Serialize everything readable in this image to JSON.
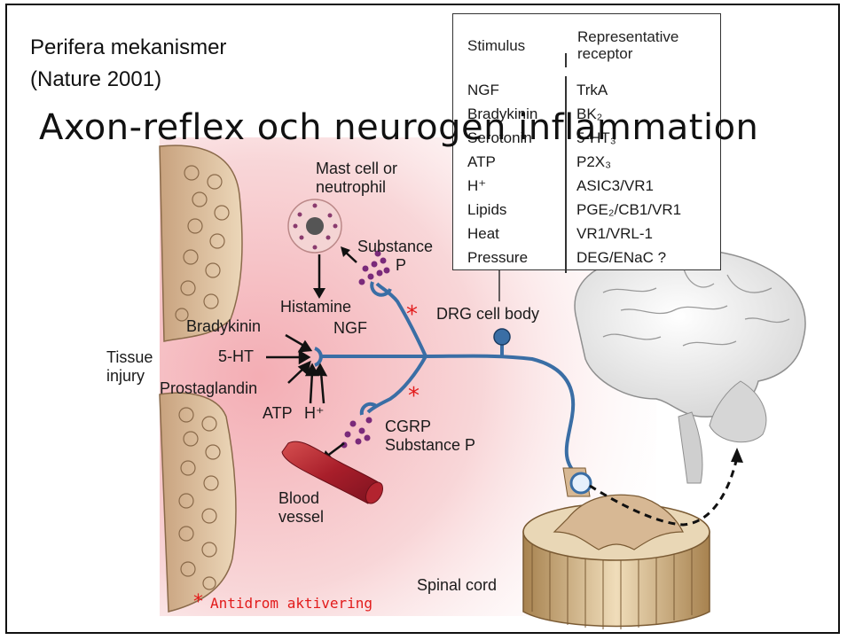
{
  "slide": {
    "heading_line1": "Perifera mekanismer",
    "heading_line2": "(Nature 2001)",
    "title": "Axon-reflex och neurogen inflammation",
    "footnote_star": "*",
    "footnote_text": "Antidrom aktivering"
  },
  "table": {
    "col1_header": "Stimulus",
    "col2_header_line1": "Representative",
    "col2_header_line2": "receptor",
    "rows": [
      {
        "stimulus": "NGF",
        "receptor": "TrkA"
      },
      {
        "stimulus": "Bradykinin",
        "receptor": "BK₂"
      },
      {
        "stimulus": "Serotonin",
        "receptor": "5-HT₃"
      },
      {
        "stimulus": "ATP",
        "receptor": "P2X₃"
      },
      {
        "stimulus": "H⁺",
        "receptor": "ASIC3/VR1"
      },
      {
        "stimulus": "Lipids",
        "receptor": "PGE₂/CB1/VR1"
      },
      {
        "stimulus": "Heat",
        "receptor": "VR1/VRL-1"
      },
      {
        "stimulus": "Pressure",
        "receptor": "DEG/ENaC ?"
      }
    ]
  },
  "diagram": {
    "mast_cell_line1": "Mast cell or",
    "mast_cell_line2": "neutrophil",
    "substance_p_top_line1": "Substance",
    "substance_p_top_line2": "P",
    "histamine": "Histamine",
    "bradykinin": "Bradykinin",
    "ngf": "NGF",
    "five_ht": "5-HT",
    "tissue_line1": "Tissue",
    "tissue_line2": "injury",
    "prostaglandin": "Prostaglandin",
    "atp": "ATP",
    "h_plus": "H⁺",
    "drg": "DRG cell body",
    "cgrp": "CGRP",
    "substance_p_bottom": "Substance P",
    "blood_line1": "Blood",
    "blood_line2": "vessel",
    "spinal_cord": "Spinal cord",
    "asterisk": "*"
  },
  "colors": {
    "nerve": "#3a6ea5",
    "asterisk_red": "#e21b1b",
    "vesicle": "#7a2a7a",
    "tissue_pink": "#f3c6c6",
    "vessel_red": "#b3242f"
  }
}
